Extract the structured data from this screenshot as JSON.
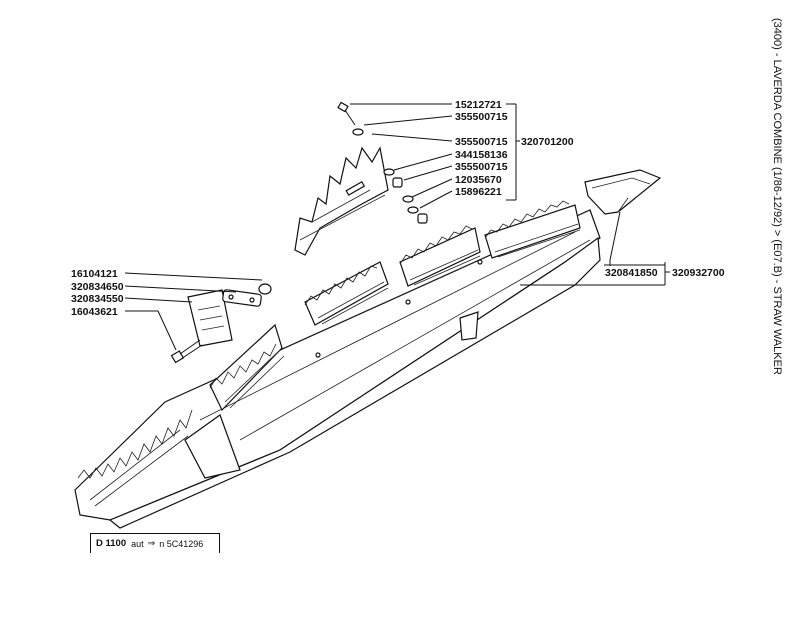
{
  "title": "(3400) - LAVERDA COMBINE (1/86-12/92) > (E07.B) - STRAW WALKER",
  "note": {
    "model": "D 1100",
    "suffix": "aut",
    "arrow": "⇒",
    "text": "n  5C41296"
  },
  "parts": {
    "p1": "15212721",
    "p2": "355500715",
    "p3": "355500715",
    "p4": "344158136",
    "p5": "355500715",
    "p6": "12035670",
    "p7": "15896221",
    "g1": "320701200",
    "p8": "320841850",
    "g2": "320932700",
    "p9": "16104121",
    "p10": "320834650",
    "p11": "320834550",
    "p12": "16043621"
  }
}
